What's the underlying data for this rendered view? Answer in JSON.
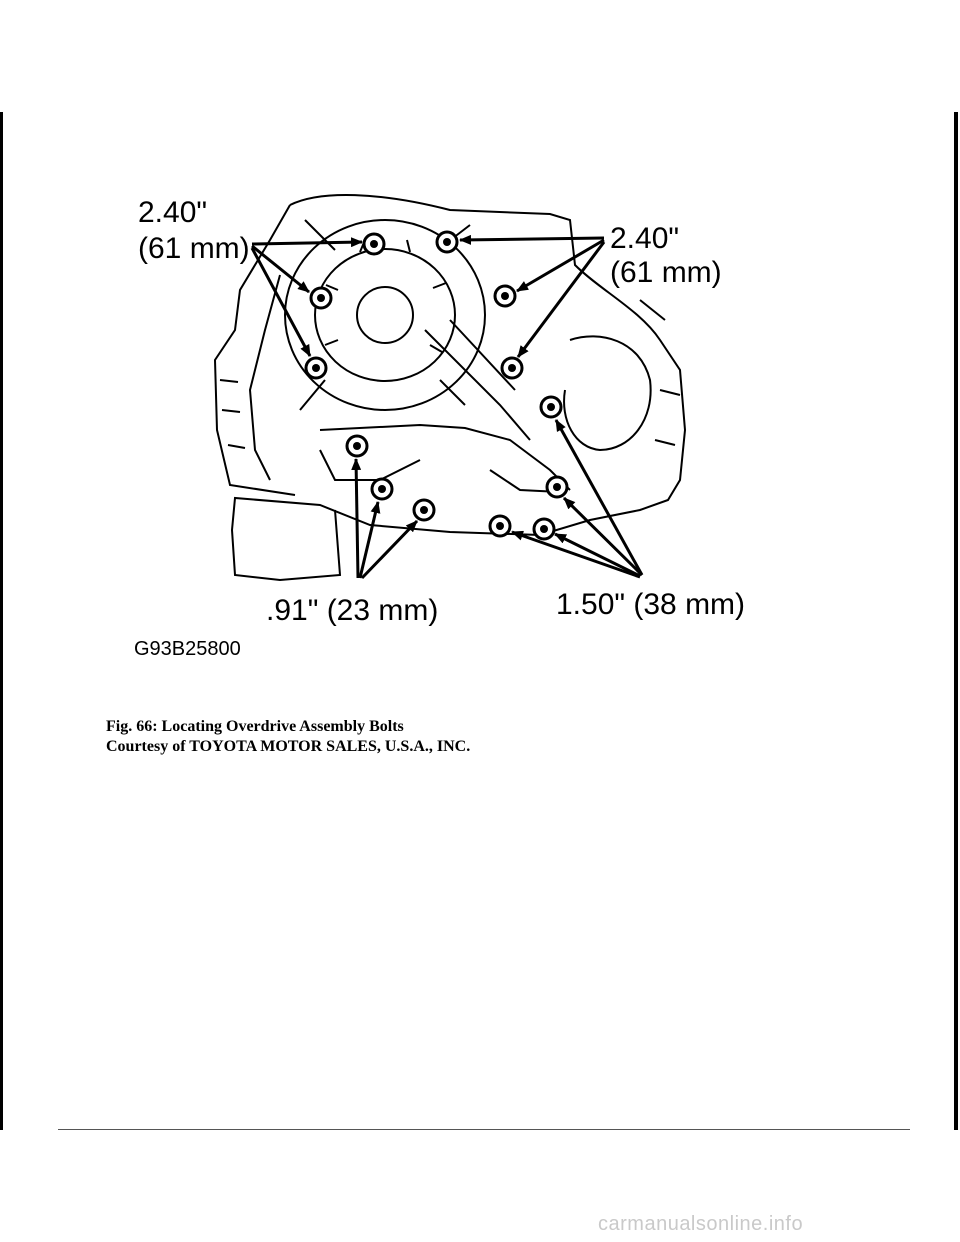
{
  "figure": {
    "callouts": {
      "top_left_line1": "2.40\"",
      "top_left_line2": "(61 mm)",
      "top_right_line1": "2.40\"",
      "top_right_line2": "(61 mm)",
      "bottom_left": ".91\" (23 mm)",
      "bottom_right": "1.50\" (38 mm)"
    },
    "code": "G93B25800"
  },
  "caption": {
    "title": "Fig. 66: Locating Overdrive Assembly Bolts",
    "credit": "Courtesy of TOYOTA MOTOR SALES, U.S.A., INC."
  },
  "footer": {
    "watermark": "carmanualsonline.info"
  }
}
